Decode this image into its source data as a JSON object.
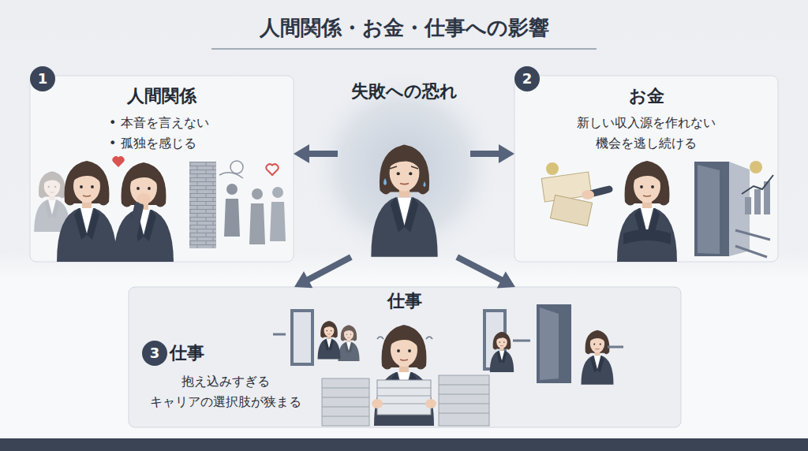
{
  "diagram": {
    "title": "人間関係・お金・仕事への影響",
    "nodes": [
      {
        "text": [
          "人間関係",
          "• 本音を言えない",
          "• 孤独を感じる"
        ]
      },
      {
        "text": [
          "失敗への恐れ"
        ]
      },
      {
        "text": [
          "お金",
          "新しい収入源を作れない",
          "機会を逃し続ける"
        ]
      },
      {
        "text": [
          "仕事",
          "仕事",
          "抱え込みすぎる",
          "キャリアの選択肢が狭まる"
        ]
      }
    ],
    "edges": [
      {
        "from": 1,
        "to": 0,
        "arrow": "to"
      },
      {
        "from": 1,
        "to": 2,
        "arrow": "to"
      },
      {
        "from": 1,
        "to": 3,
        "arrow": "to"
      },
      {
        "from": 1,
        "to": 3,
        "arrow": "to"
      }
    ],
    "labels": [
      "1",
      "2",
      "3"
    ]
  }
}
